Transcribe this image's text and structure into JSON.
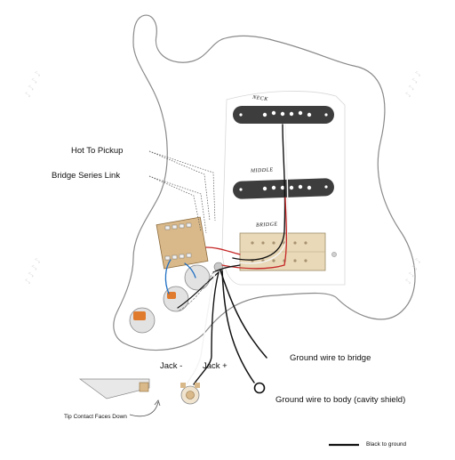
{
  "labels": {
    "hot_to_pickup": "Hot To Pickup",
    "bridge_series_link": "Bridge Series Link",
    "jack_minus": "Jack -",
    "jack_plus": "Jack +",
    "ground_to_bridge": "Ground wire to bridge",
    "ground_to_body": "Ground wire to body (cavity shield)",
    "tip_contact": "Tip Contact Faces Down",
    "legend_black": "Black to ground"
  },
  "pickups": {
    "neck": "NECK",
    "middle": "MIDDLE",
    "bridge": "BRIDGE"
  },
  "colors": {
    "pickguard": "#ffffff",
    "outline": "#8a8a8a",
    "pickup_dark": "#3d3d3d",
    "humbucker": "#e9d9b8",
    "wire_red": "#c62828",
    "wire_blue": "#1f6fc4",
    "wire_black": "#111111",
    "wire_white": "#f4f4f4",
    "pot_orange": "#e07a2c"
  }
}
